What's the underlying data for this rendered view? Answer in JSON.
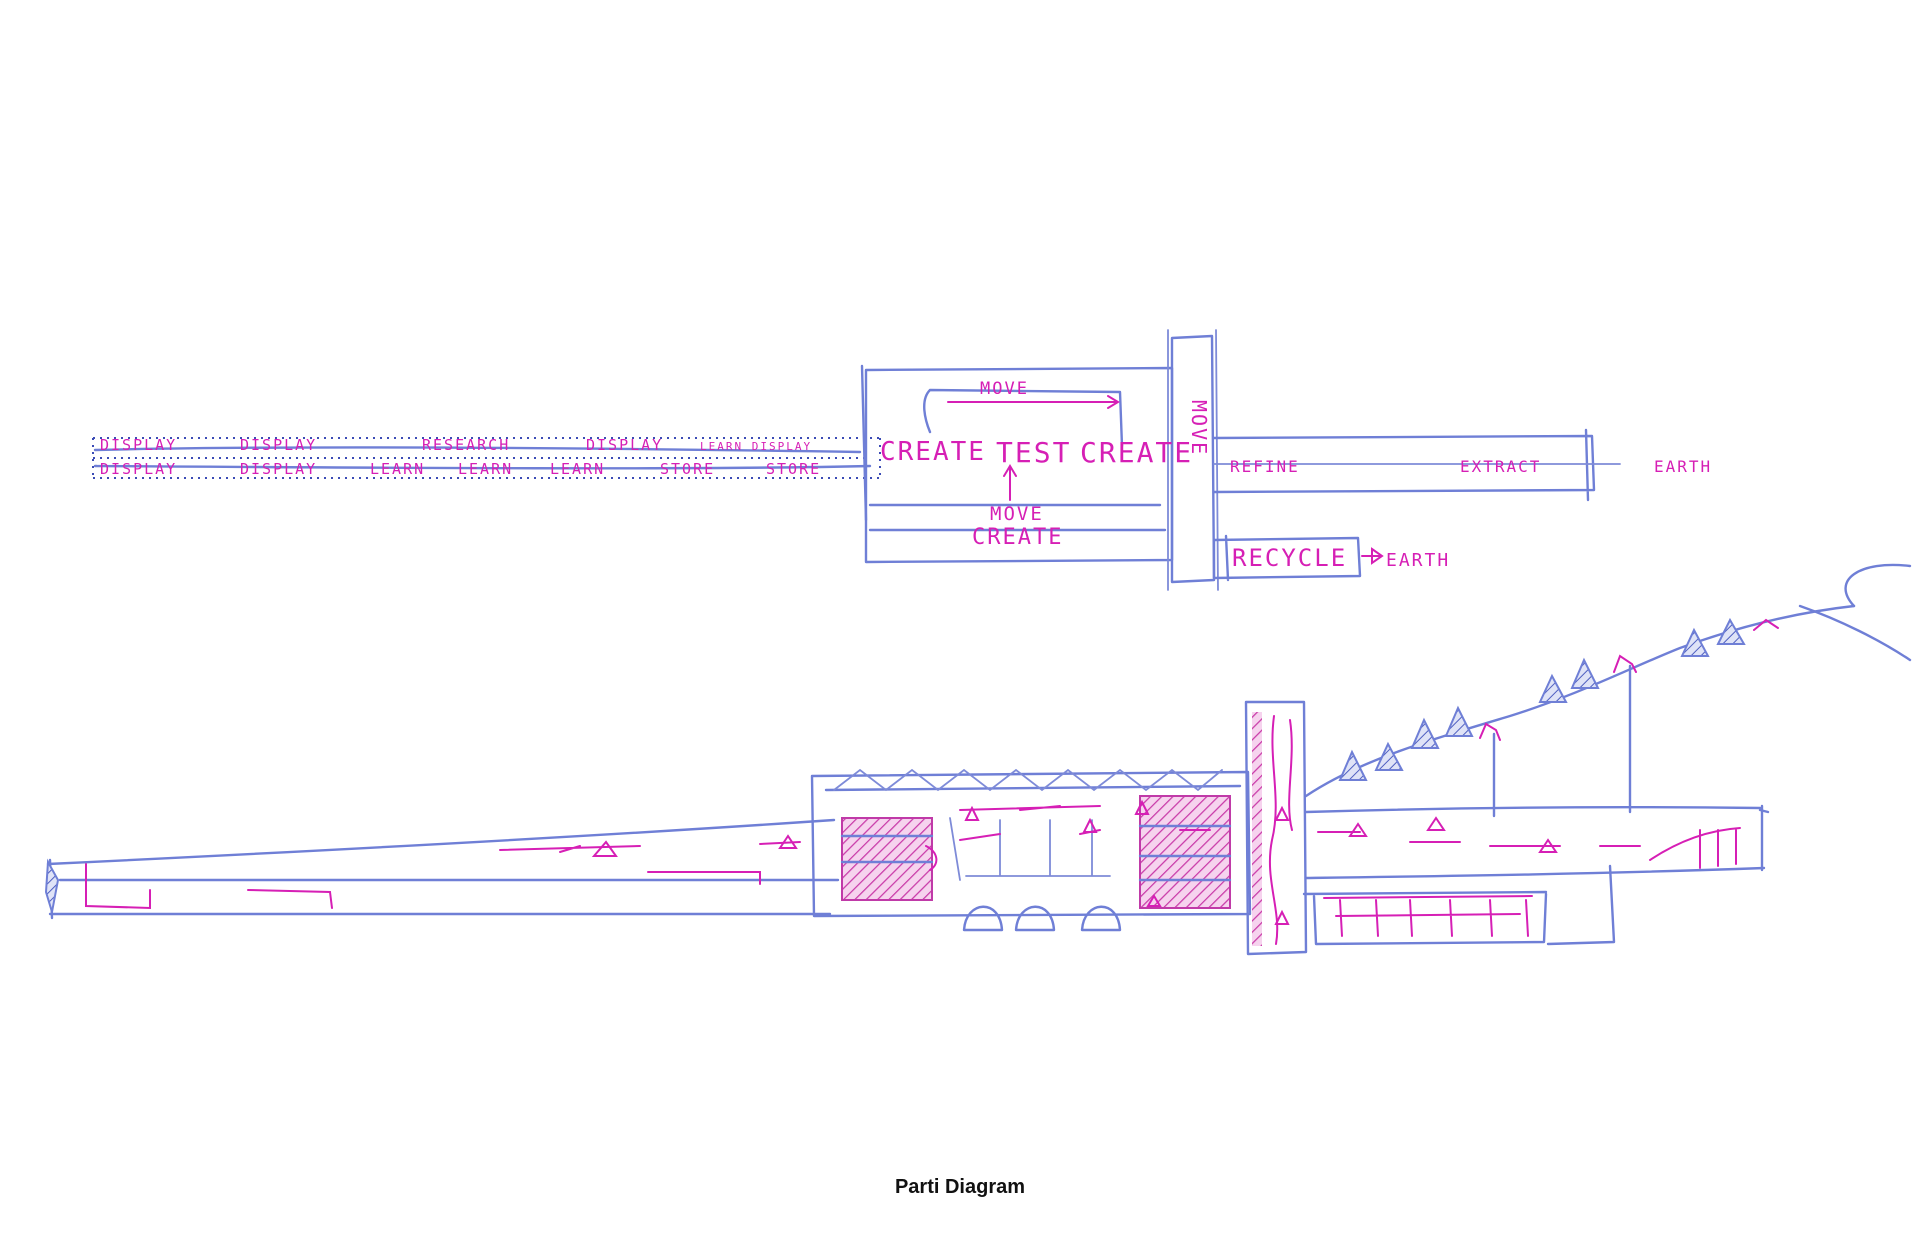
{
  "diagram": {
    "caption": "Parti Diagram",
    "row_top_labels": [
      "DISPLAY",
      "DISPLAY",
      "RESEARCH",
      "DISPLAY",
      "LEARN DISPLAY"
    ],
    "row_bottom_labels": [
      "DISPLAY",
      "DISPLAY",
      "LEARN",
      "LEARN",
      "LEARN",
      "STORE",
      "STORE"
    ],
    "core_labels": {
      "move_top": "MOVE",
      "create_left": "CREATE",
      "test": "TEST",
      "create_right": "CREATE",
      "move_bottom": "MOVE",
      "create_bottom": "CREATE",
      "move_vertical": "MOVE"
    },
    "right_labels": {
      "refine": "REFINE",
      "extract": "EXTRACT",
      "earth_top": "EARTH",
      "recycle": "RECYCLE",
      "earth_bottom": "EARTH"
    }
  }
}
